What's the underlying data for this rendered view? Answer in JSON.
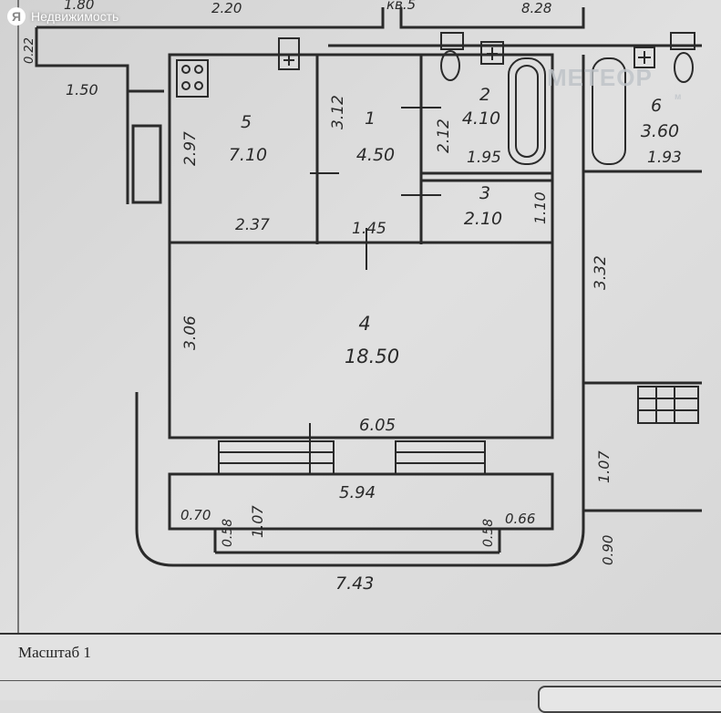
{
  "watermark": {
    "logo": "Я",
    "label": "Недвижимость"
  },
  "brand_watermark": {
    "text": "МЕТЕОР",
    "sub": "м"
  },
  "top_dimensions": {
    "a": "1.80",
    "b": "2.20",
    "c": "кв.5",
    "d": "8.28",
    "left_strip": "0.22",
    "corridor": "1.50"
  },
  "rooms": [
    {
      "number": "5",
      "area": "7.10"
    },
    {
      "number": "1",
      "area": "4.50"
    },
    {
      "number": "2",
      "area": "4.10"
    },
    {
      "number": "3",
      "area": "2.10"
    },
    {
      "number": "4",
      "area": "18.50"
    },
    {
      "number": "6",
      "area": "3.60"
    }
  ],
  "dimensions": {
    "kitchen_height": "2.97",
    "kitchen_width": "2.37",
    "hall_height": "3.12",
    "hall_width": "1.45",
    "bath_height": "2.12",
    "bath_width": "1.95",
    "wc_height": "1.10",
    "living_height": "3.06",
    "living_width": "6.05",
    "right_wall": "3.32",
    "right_room_width": "1.93",
    "balcony_inner": "5.94",
    "balcony_left_a": "0.70",
    "balcony_left_b": "0.58",
    "balcony_left_c": "1.07",
    "balcony_right_a": "0.58",
    "balcony_right_b": "0.66",
    "balcony_outer": "7.43",
    "right_lower_a": "1.07",
    "right_lower_b": "0.90"
  },
  "footer": {
    "scale_label": "Масштаб 1"
  },
  "colors": {
    "paper": "#dcdcdc",
    "ink": "#2a2a2a",
    "watermark": "#ffffff"
  }
}
